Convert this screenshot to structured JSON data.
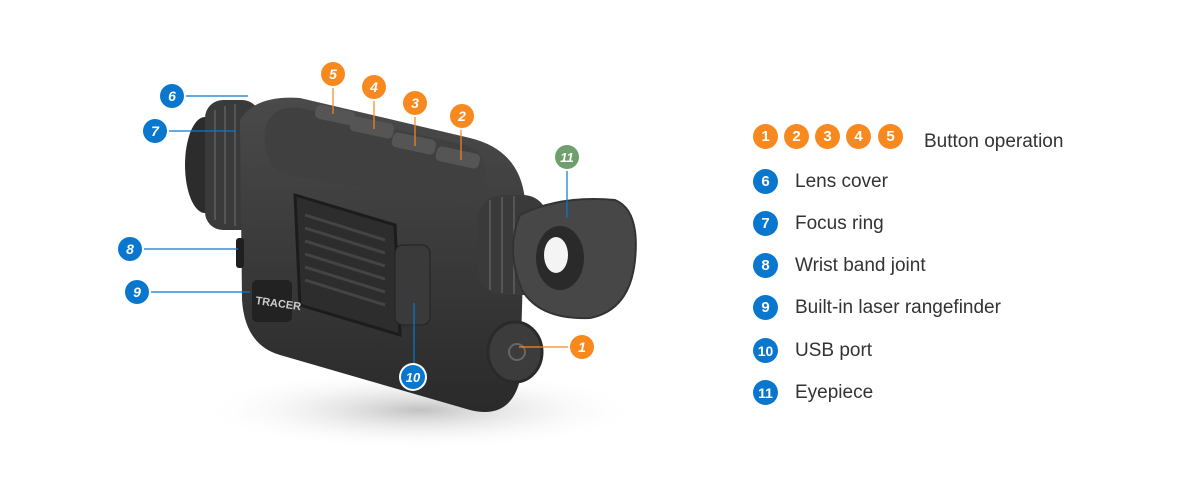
{
  "product": {
    "brand_label": "TRACER"
  },
  "callouts": [
    {
      "num": "1",
      "color": "orange"
    },
    {
      "num": "2",
      "color": "orange"
    },
    {
      "num": "3",
      "color": "orange"
    },
    {
      "num": "4",
      "color": "orange"
    },
    {
      "num": "5",
      "color": "orange"
    },
    {
      "num": "6",
      "color": "blue"
    },
    {
      "num": "7",
      "color": "blue"
    },
    {
      "num": "8",
      "color": "blue"
    },
    {
      "num": "9",
      "color": "blue"
    },
    {
      "num": "10",
      "color": "blue"
    },
    {
      "num": "11",
      "color": "green"
    }
  ],
  "legend": {
    "button_group": {
      "nums": [
        "1",
        "2",
        "3",
        "4",
        "5"
      ],
      "label": "Button operation"
    },
    "items": [
      {
        "num": "6",
        "label": "Lens cover"
      },
      {
        "num": "7",
        "label": "Focus ring"
      },
      {
        "num": "8",
        "label": "Wrist band joint"
      },
      {
        "num": "9",
        "label": "Built-in laser rangefinder"
      },
      {
        "num": "10",
        "label": "USB port"
      },
      {
        "num": "11",
        "label": "Eyepiece"
      }
    ]
  },
  "colors": {
    "orange": "#f7891f",
    "blue": "#0a77cf",
    "green": "#6e9f6c",
    "text": "#333333"
  }
}
